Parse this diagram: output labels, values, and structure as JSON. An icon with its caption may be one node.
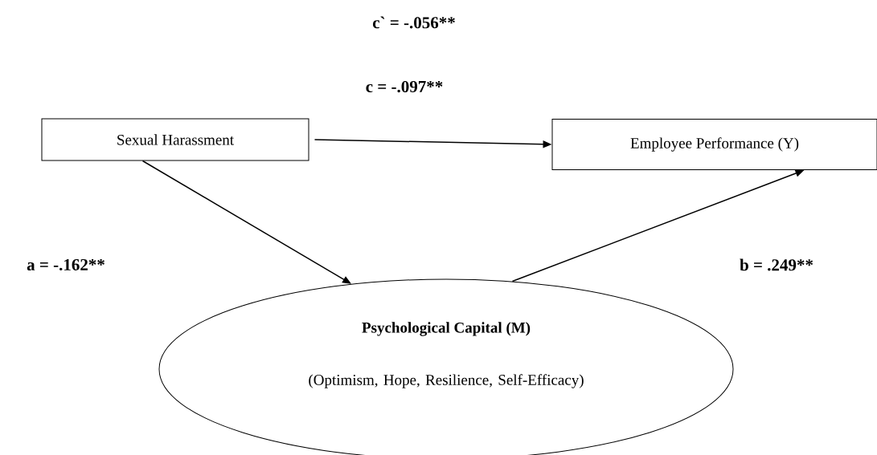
{
  "diagram": {
    "nodes": [
      {
        "text": [
          "Sexual Harassment"
        ]
      },
      {
        "text": [
          "Employee Performance (Y)"
        ]
      },
      {
        "text": [
          "Psychological Capital (M)",
          "(Optimism, Hope, Resilience, Self-Efficacy)"
        ]
      }
    ],
    "edges": [
      {
        "from": 0,
        "to": 1,
        "arrow": "to"
      },
      {
        "from": 0,
        "to": 2,
        "arrow": "to"
      },
      {
        "from": 2,
        "to": 1,
        "arrow": "to"
      }
    ],
    "labels": [
      "c` = -.056**",
      "c = -.097**",
      "a = -.162**",
      "b = .249**"
    ]
  }
}
